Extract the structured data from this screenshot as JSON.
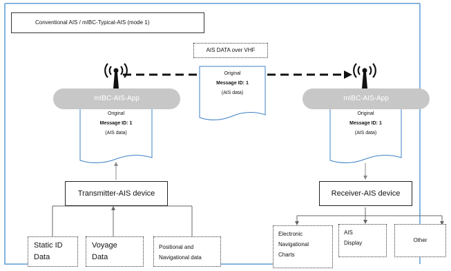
{
  "title": "Conventional AIS / mIBC-Typical-AIS (mode 1)",
  "vhf_label": "AIS DATA over VHF",
  "apps": {
    "left": "mIBC-AIS-App",
    "right": "mIBC-AIS-App"
  },
  "messages": {
    "left": {
      "line1": "Original",
      "line2": "Message ID: 1",
      "line3": "(AIS data)"
    },
    "middle": {
      "line1": "Original",
      "line2": "Message ID: 1",
      "line3": "(AIS data)"
    },
    "right": {
      "line1": "Original",
      "line2": "Message ID: 1",
      "line3": "(AIS data)"
    }
  },
  "devices": {
    "transmitter": "Transmitter-AIS device",
    "receiver": "Receiver-AIS device"
  },
  "sources": {
    "static": {
      "l1": "Static ID",
      "l2": "Data"
    },
    "voyage": {
      "l1": "Voyage",
      "l2": "Data"
    },
    "positional": {
      "l1": "Positional and",
      "l2": "Navigational data"
    }
  },
  "outputs": {
    "enc": {
      "l1": "Electronic",
      "l2": "Navigational",
      "l3": "Charts"
    },
    "ais_display": {
      "l1": "AIS",
      "l2": "Display"
    },
    "other": "Other"
  },
  "icons": [
    "antenna-icon"
  ],
  "colors": {
    "frame_blue": "#5b9bd5",
    "doc_blue": "#3b7fc4",
    "app_gray": "#c7c7c7"
  }
}
